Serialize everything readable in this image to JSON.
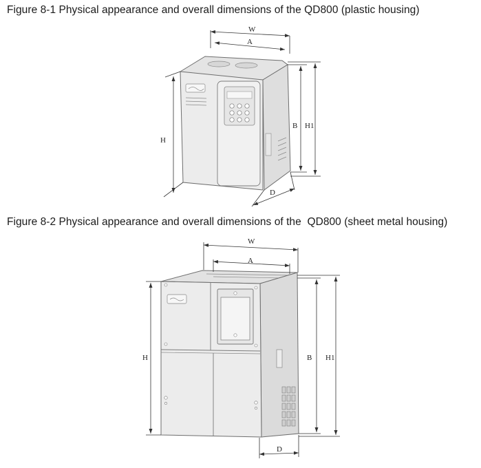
{
  "figure1": {
    "caption": "Figure 8-1 Physical appearance and overall dimensions of the QD800 (plastic housing)",
    "labels": {
      "W": "W",
      "A": "A",
      "B": "B",
      "H1": "H1",
      "H": "H",
      "D": "D"
    }
  },
  "figure2": {
    "caption": "Figure 8-2 Physical appearance and overall dimensions of the  QD800 (sheet metal housing)",
    "labels": {
      "W": "W",
      "A": "A",
      "B": "B",
      "H1": "H1",
      "H": "H",
      "D": "D"
    }
  },
  "colors": {
    "housing": "#ececec",
    "outline": "#6d6d6d",
    "dimension_line": "#333333"
  }
}
